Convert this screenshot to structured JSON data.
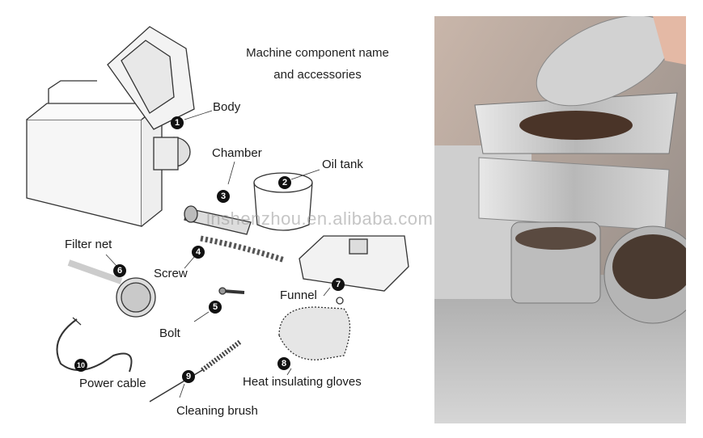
{
  "title": {
    "line1": "Machine component name",
    "line2": "and accessories"
  },
  "watermark": "lnshenzhou.en.alibaba.com",
  "components": [
    {
      "number": "1",
      "name": "Body"
    },
    {
      "number": "2",
      "name": "Oil tank"
    },
    {
      "number": "3",
      "name": "Chamber"
    },
    {
      "number": "4",
      "name": "Screw"
    },
    {
      "number": "5",
      "name": "Bolt"
    },
    {
      "number": "6",
      "name": "Filter net"
    },
    {
      "number": "7",
      "name": "Funnel"
    },
    {
      "number": "8",
      "name": "Heat insulating gloves"
    },
    {
      "number": "9",
      "name": "Cleaning brush"
    },
    {
      "number": "10",
      "name": "Power cable"
    }
  ]
}
